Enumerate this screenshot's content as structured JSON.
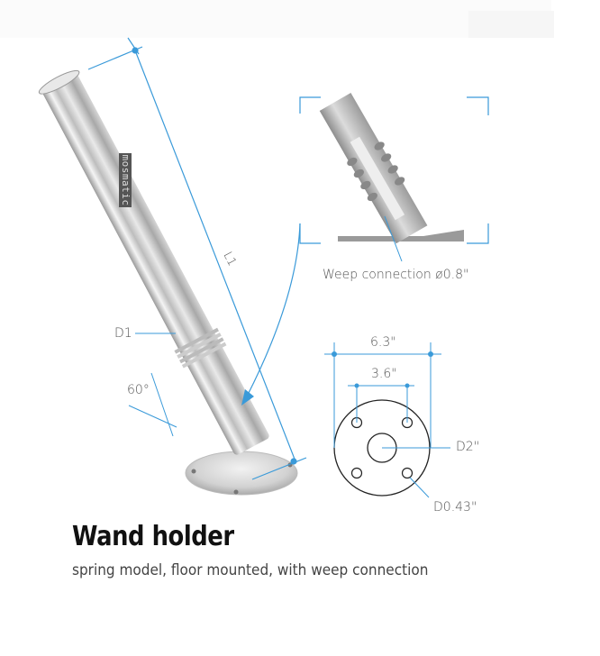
{
  "product": {
    "title": "Wand holder",
    "subtitle": "spring model, floor mounted, with weep connection",
    "brand_label": "mosmatic"
  },
  "dimensions": {
    "length": "L1",
    "diameter": "D1",
    "angle": "60°",
    "weep_connection": "Weep connection ø0.8\"",
    "flange_outer": "6.3\"",
    "hole_spacing": "3.6\"",
    "center_hole": "D2\"",
    "mount_hole": "D0.43\""
  },
  "colors": {
    "dimension_line": "#3a9ad9",
    "text": "#555555",
    "title": "#111111"
  }
}
